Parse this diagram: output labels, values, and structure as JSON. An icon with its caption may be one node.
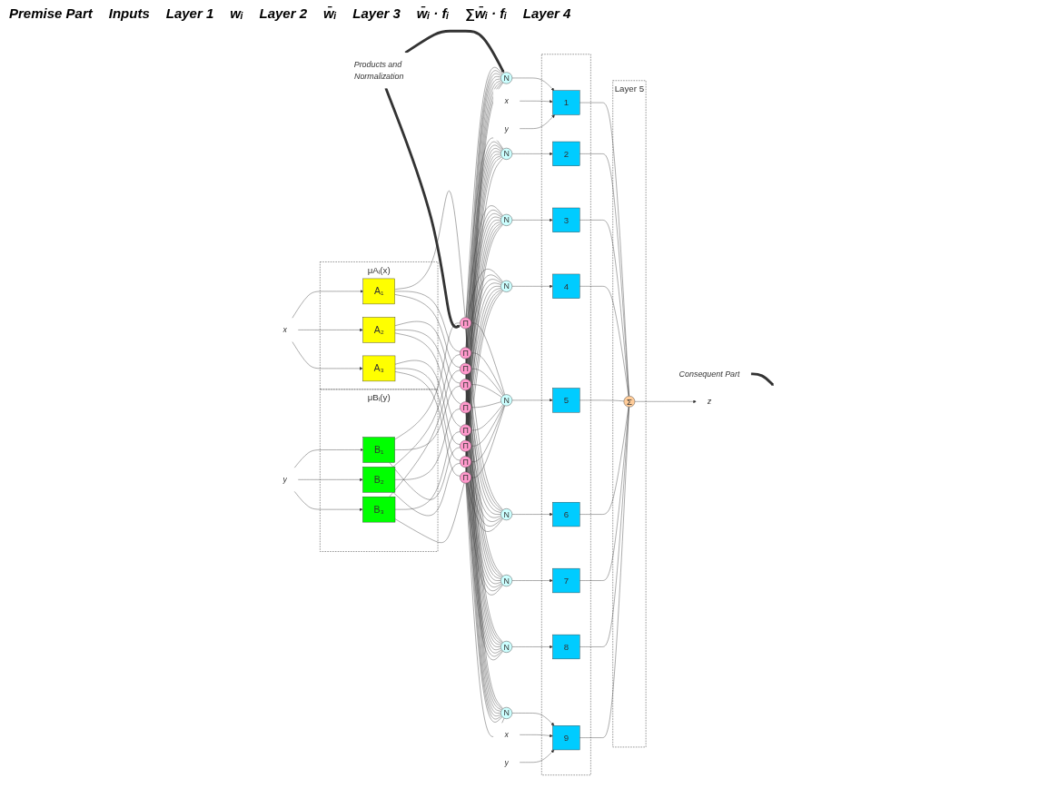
{
  "diagram": {
    "nodes": [
      {
        "text": [
          "x"
        ]
      },
      {
        "text": [
          "y"
        ]
      },
      {
        "text": [
          "μAᵢ(x)"
        ]
      },
      {
        "text": [
          "A₁"
        ],
        "in": 2
      },
      {
        "text": [
          "A₂"
        ],
        "in": 2
      },
      {
        "text": [
          "A₃"
        ],
        "in": 2
      },
      {
        "text": [
          "μBᵢ(y)"
        ]
      },
      {
        "text": [
          "B₁"
        ],
        "in": 6
      },
      {
        "text": [
          "B₂"
        ],
        "in": 6
      },
      {
        "text": [
          "B₃"
        ],
        "in": 6
      },
      {
        "text": [
          "Products and Normalization"
        ]
      },
      {
        "text": [
          "Π"
        ]
      },
      {
        "text": [
          "Π"
        ]
      },
      {
        "text": [
          "Π"
        ]
      },
      {
        "text": [
          "Π"
        ]
      },
      {
        "text": [
          "Π"
        ]
      },
      {
        "text": [
          "Π"
        ]
      },
      {
        "text": [
          "Π"
        ]
      },
      {
        "text": [
          "Π"
        ]
      },
      {
        "text": [
          "Π"
        ]
      },
      {
        "text": [
          "N"
        ]
      },
      {
        "text": [
          "N"
        ]
      },
      {
        "text": [
          "N"
        ]
      },
      {
        "text": [
          "N"
        ]
      },
      {
        "text": [
          "N"
        ]
      },
      {
        "text": [
          "N"
        ]
      },
      {
        "text": [
          "N"
        ]
      },
      {
        "text": [
          "N"
        ]
      },
      {
        "text": [
          "N"
        ]
      },
      {
        "text": [
          "x"
        ]
      },
      {
        "text": [
          "y"
        ]
      },
      {
        "text": [
          "Consequent Part"
        ]
      },
      {
        "text": [],
        "shape": "box"
      },
      {
        "text": [
          "1"
        ],
        "in": 32
      },
      {
        "text": [
          "2"
        ],
        "in": 32
      },
      {
        "text": [
          "3"
        ],
        "in": 32
      },
      {
        "text": [
          "4"
        ],
        "in": 32
      },
      {
        "text": [
          "5"
        ],
        "in": 32
      },
      {
        "text": [
          "6"
        ],
        "in": 32
      },
      {
        "text": [
          "7"
        ],
        "in": 32
      },
      {
        "text": [
          "8"
        ],
        "in": 32
      },
      {
        "text": [
          "9"
        ],
        "in": 32
      },
      {
        "text": [
          "x"
        ]
      },
      {
        "text": [
          "y"
        ]
      },
      {
        "text": [
          "Layer 5"
        ]
      },
      {
        "text": [
          "Σ"
        ],
        "in": 44
      },
      {
        "text": [
          "z"
        ]
      }
    ],
    "edges": [
      {
        "from": 0,
        "to": 3,
        "arrow": "to"
      },
      {
        "from": 0,
        "to": 4,
        "arrow": "to"
      },
      {
        "from": 0,
        "to": 5,
        "arrow": "to"
      },
      {
        "from": 1,
        "to": 7,
        "arrow": "to"
      },
      {
        "from": 1,
        "to": 8,
        "arrow": "to"
      },
      {
        "from": 1,
        "to": 9,
        "arrow": "to"
      },
      {
        "from": 3,
        "to": 11,
        "arrow": "none"
      },
      {
        "from": 3,
        "to": 12,
        "arrow": "none"
      },
      {
        "from": 3,
        "to": 13,
        "arrow": "none"
      },
      {
        "from": 4,
        "to": 14,
        "arrow": "none"
      },
      {
        "from": 4,
        "to": 15,
        "arrow": "none"
      },
      {
        "from": 4,
        "to": 16,
        "arrow": "none"
      },
      {
        "from": 5,
        "to": 17,
        "arrow": "none"
      },
      {
        "from": 5,
        "to": 18,
        "arrow": "none"
      },
      {
        "from": 5,
        "to": 19,
        "arrow": "none"
      },
      {
        "from": 7,
        "to": 11,
        "arrow": "none"
      },
      {
        "from": 7,
        "to": 14,
        "arrow": "none"
      },
      {
        "from": 7,
        "to": 17,
        "arrow": "none"
      },
      {
        "from": 8,
        "to": 12,
        "arrow": "none"
      },
      {
        "from": 8,
        "to": 15,
        "arrow": "none"
      },
      {
        "from": 8,
        "to": 18,
        "arrow": "none"
      },
      {
        "from": 9,
        "to": 13,
        "arrow": "none"
      },
      {
        "from": 9,
        "to": 16,
        "arrow": "none"
      },
      {
        "from": 9,
        "to": 19,
        "arrow": "none"
      },
      {
        "from": 10,
        "to": 11,
        "arrow": "to",
        "style": "thick"
      },
      {
        "from": 10,
        "to": 20,
        "arrow": "to",
        "style": "thick"
      },
      {
        "from": 11,
        "to": 20,
        "arrow": "none"
      },
      {
        "from": 11,
        "to": 21,
        "arrow": "none"
      },
      {
        "from": 11,
        "to": 22,
        "arrow": "none"
      },
      {
        "from": 11,
        "to": 23,
        "arrow": "none"
      },
      {
        "from": 11,
        "to": 24,
        "arrow": "none"
      },
      {
        "from": 11,
        "to": 25,
        "arrow": "none"
      },
      {
        "from": 11,
        "to": 26,
        "arrow": "none"
      },
      {
        "from": 11,
        "to": 27,
        "arrow": "none"
      },
      {
        "from": 11,
        "to": 28,
        "arrow": "none"
      },
      {
        "from": 12,
        "to": 20,
        "arrow": "none"
      },
      {
        "from": 12,
        "to": 21,
        "arrow": "none"
      },
      {
        "from": 12,
        "to": 22,
        "arrow": "none"
      },
      {
        "from": 12,
        "to": 23,
        "arrow": "none"
      },
      {
        "from": 12,
        "to": 24,
        "arrow": "none"
      },
      {
        "from": 12,
        "to": 25,
        "arrow": "none"
      },
      {
        "from": 12,
        "to": 26,
        "arrow": "none"
      },
      {
        "from": 12,
        "to": 27,
        "arrow": "none"
      },
      {
        "from": 12,
        "to": 28,
        "arrow": "none"
      },
      {
        "from": 13,
        "to": 20,
        "arrow": "none"
      },
      {
        "from": 13,
        "to": 21,
        "arrow": "none"
      },
      {
        "from": 13,
        "to": 22,
        "arrow": "none"
      },
      {
        "from": 13,
        "to": 23,
        "arrow": "none"
      },
      {
        "from": 13,
        "to": 24,
        "arrow": "none"
      },
      {
        "from": 13,
        "to": 25,
        "arrow": "none"
      },
      {
        "from": 13,
        "to": 26,
        "arrow": "none"
      },
      {
        "from": 13,
        "to": 27,
        "arrow": "none"
      },
      {
        "from": 13,
        "to": 28,
        "arrow": "none"
      },
      {
        "from": 14,
        "to": 20,
        "arrow": "none"
      },
      {
        "from": 14,
        "to": 21,
        "arrow": "none"
      },
      {
        "from": 14,
        "to": 22,
        "arrow": "none"
      },
      {
        "from": 14,
        "to": 23,
        "arrow": "none"
      },
      {
        "from": 14,
        "to": 24,
        "arrow": "none"
      },
      {
        "from": 14,
        "to": 25,
        "arrow": "none"
      },
      {
        "from": 14,
        "to": 26,
        "arrow": "none"
      },
      {
        "from": 14,
        "to": 27,
        "arrow": "none"
      },
      {
        "from": 14,
        "to": 28,
        "arrow": "none"
      },
      {
        "from": 15,
        "to": 20,
        "arrow": "none"
      },
      {
        "from": 15,
        "to": 21,
        "arrow": "none"
      },
      {
        "from": 15,
        "to": 22,
        "arrow": "none"
      },
      {
        "from": 15,
        "to": 23,
        "arrow": "none"
      },
      {
        "from": 15,
        "to": 24,
        "arrow": "none"
      },
      {
        "from": 15,
        "to": 25,
        "arrow": "none"
      },
      {
        "from": 15,
        "to": 26,
        "arrow": "none"
      },
      {
        "from": 15,
        "to": 27,
        "arrow": "none"
      },
      {
        "from": 15,
        "to": 28,
        "arrow": "none"
      },
      {
        "from": 16,
        "to": 20,
        "arrow": "none"
      },
      {
        "from": 16,
        "to": 21,
        "arrow": "none"
      },
      {
        "from": 16,
        "to": 22,
        "arrow": "none"
      },
      {
        "from": 16,
        "to": 23,
        "arrow": "none"
      },
      {
        "from": 16,
        "to": 24,
        "arrow": "none"
      },
      {
        "from": 16,
        "to": 25,
        "arrow": "none"
      },
      {
        "from": 16,
        "to": 26,
        "arrow": "none"
      },
      {
        "from": 16,
        "to": 27,
        "arrow": "none"
      },
      {
        "from": 16,
        "to": 28,
        "arrow": "none"
      },
      {
        "from": 17,
        "to": 20,
        "arrow": "none"
      },
      {
        "from": 17,
        "to": 21,
        "arrow": "none"
      },
      {
        "from": 17,
        "to": 22,
        "arrow": "none"
      },
      {
        "from": 17,
        "to": 23,
        "arrow": "none"
      },
      {
        "from": 17,
        "to": 24,
        "arrow": "none"
      },
      {
        "from": 17,
        "to": 25,
        "arrow": "none"
      },
      {
        "from": 17,
        "to": 26,
        "arrow": "none"
      },
      {
        "from": 17,
        "to": 27,
        "arrow": "none"
      },
      {
        "from": 17,
        "to": 28,
        "arrow": "none"
      },
      {
        "from": 18,
        "to": 20,
        "arrow": "none"
      },
      {
        "from": 18,
        "to": 21,
        "arrow": "none"
      },
      {
        "from": 18,
        "to": 22,
        "arrow": "none"
      },
      {
        "from": 18,
        "to": 23,
        "arrow": "none"
      },
      {
        "from": 18,
        "to": 24,
        "arrow": "none"
      },
      {
        "from": 18,
        "to": 25,
        "arrow": "none"
      },
      {
        "from": 18,
        "to": 26,
        "arrow": "none"
      },
      {
        "from": 18,
        "to": 27,
        "arrow": "none"
      },
      {
        "from": 18,
        "to": 28,
        "arrow": "none"
      },
      {
        "from": 19,
        "to": 20,
        "arrow": "none"
      },
      {
        "from": 19,
        "to": 21,
        "arrow": "none"
      },
      {
        "from": 19,
        "to": 22,
        "arrow": "none"
      },
      {
        "from": 19,
        "to": 23,
        "arrow": "none"
      },
      {
        "from": 19,
        "to": 24,
        "arrow": "none"
      },
      {
        "from": 19,
        "to": 25,
        "arrow": "none"
      },
      {
        "from": 19,
        "to": 26,
        "arrow": "none"
      },
      {
        "from": 19,
        "to": 27,
        "arrow": "none"
      },
      {
        "from": 19,
        "to": 28,
        "arrow": "none"
      },
      {
        "from": 20,
        "to": 33,
        "arrow": "to"
      },
      {
        "from": 21,
        "to": 34,
        "arrow": "to"
      },
      {
        "from": 22,
        "to": 35,
        "arrow": "to"
      },
      {
        "from": 23,
        "to": 36,
        "arrow": "to"
      },
      {
        "from": 24,
        "to": 37,
        "arrow": "to"
      },
      {
        "from": 25,
        "to": 38,
        "arrow": "to"
      },
      {
        "from": 26,
        "to": 39,
        "arrow": "to"
      },
      {
        "from": 27,
        "to": 40,
        "arrow": "to"
      },
      {
        "from": 28,
        "to": 41,
        "arrow": "to"
      },
      {
        "from": 29,
        "to": 33,
        "arrow": "to"
      },
      {
        "from": 30,
        "to": 33,
        "arrow": "to"
      },
      {
        "from": 42,
        "to": 41,
        "arrow": "to"
      },
      {
        "from": 43,
        "to": 41,
        "arrow": "to"
      },
      {
        "from": 31,
        "to": null,
        "arrow": "to",
        "style": "thick"
      },
      {
        "from": 33,
        "to": 45,
        "arrow": "none"
      },
      {
        "from": 34,
        "to": 45,
        "arrow": "none"
      },
      {
        "from": 35,
        "to": 45,
        "arrow": "none"
      },
      {
        "from": 36,
        "to": 45,
        "arrow": "none"
      },
      {
        "from": 37,
        "to": 45,
        "arrow": "none"
      },
      {
        "from": 38,
        "to": 45,
        "arrow": "none"
      },
      {
        "from": 39,
        "to": 45,
        "arrow": "none"
      },
      {
        "from": 40,
        "to": 45,
        "arrow": "none"
      },
      {
        "from": 41,
        "to": 45,
        "arrow": "none"
      },
      {
        "from": 45,
        "to": 46,
        "arrow": "to"
      }
    ],
    "labels": [
      "Premise Part",
      "Inputs",
      "Layer 1",
      "wᵢ",
      "Layer 2",
      "w̄ᵢ",
      "Layer 3",
      "w̄ᵢ · fᵢ",
      "∑w̄ᵢ · fᵢ",
      "Layer 4"
    ]
  }
}
